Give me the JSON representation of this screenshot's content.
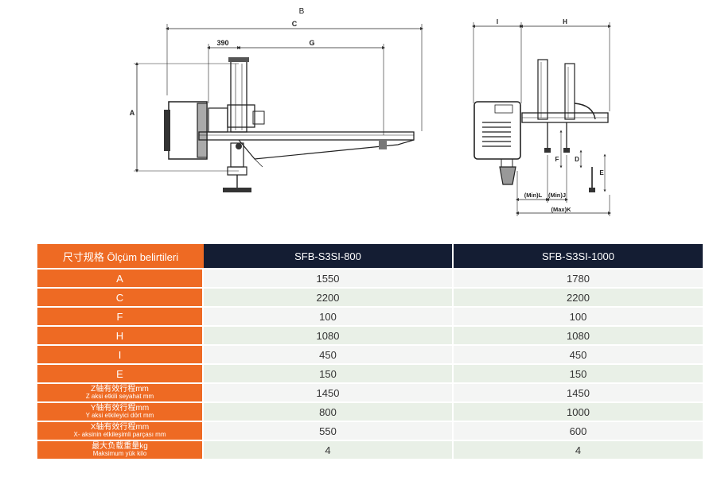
{
  "drawing_left": {
    "dim_B": "B",
    "dim_C": "C",
    "dim_390": "390",
    "dim_G": "G",
    "dim_A": "A"
  },
  "drawing_right": {
    "dim_I": "I",
    "dim_H": "H",
    "dim_F": "F",
    "dim_D": "D",
    "dim_E": "E",
    "dim_min_L": "(Min)L",
    "dim_min_J": "(Min)J",
    "dim_max_K": "(Max)K"
  },
  "table": {
    "header_label": "尺寸规格 Ölçüm belirtileri",
    "models": [
      "SFB-S3SI-800",
      "SFB-S3SI-1000"
    ],
    "rows": [
      {
        "label": "A",
        "v1": "1550",
        "v2": "1780"
      },
      {
        "label": "C",
        "v1": "2200",
        "v2": "2200"
      },
      {
        "label": "F",
        "v1": "100",
        "v2": "100"
      },
      {
        "label": "H",
        "v1": "1080",
        "v2": "1080"
      },
      {
        "label": "I",
        "v1": "450",
        "v2": "450"
      },
      {
        "label": "E",
        "v1": "150",
        "v2": "150"
      },
      {
        "label": "Z轴有效行程mm",
        "sub": "Z aksi etkili seyahat mm",
        "v1": "1450",
        "v2": "1450"
      },
      {
        "label": "Y轴有效行程mm",
        "sub": "Y aksi etkileyici dört mm",
        "v1": "800",
        "v2": "1000"
      },
      {
        "label": "X轴有效行程mm",
        "sub": "X- aksinin etkileşimli parçası mm",
        "v1": "550",
        "v2": "600"
      },
      {
        "label": "最大负载重量kg",
        "sub": "Maksimum yük kilo",
        "v1": "4",
        "v2": "4"
      }
    ]
  }
}
